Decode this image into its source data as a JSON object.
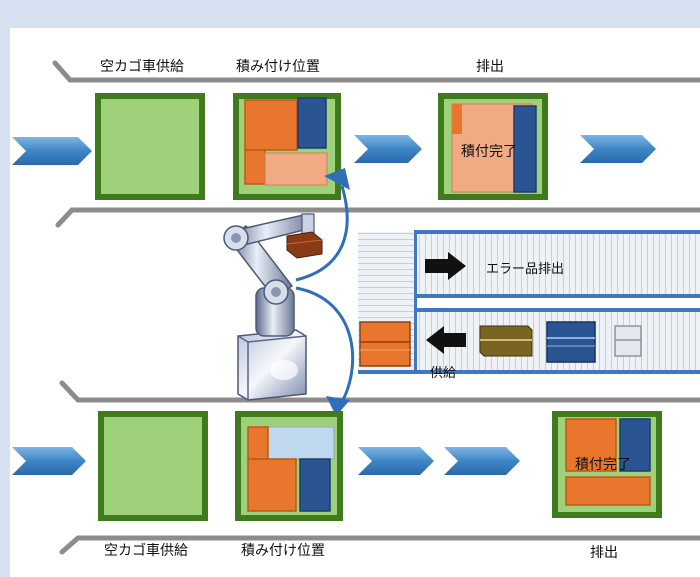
{
  "top_line": {
    "labels": {
      "empty_cage_supply": "空カゴ車供給",
      "loading_position": "積み付け位置",
      "discharge": "排出"
    },
    "done_label": "積付完了"
  },
  "bottom_line": {
    "labels": {
      "empty_cage_supply": "空カゴ車供給",
      "loading_position": "積み付け位置",
      "discharge": "排出"
    },
    "done_label": "積付完了"
  },
  "conveyor": {
    "error_discharge": "エラー品排出",
    "supply": "供給"
  },
  "colors": {
    "frame": "#3f7a1d",
    "cage_fill": "#9fd07a",
    "orange": "#e8762c",
    "peach": "#f2aa82",
    "navy": "#2a5592",
    "arrow_blue": "#3d86c6",
    "conveyor_blue": "#3f78c0"
  }
}
